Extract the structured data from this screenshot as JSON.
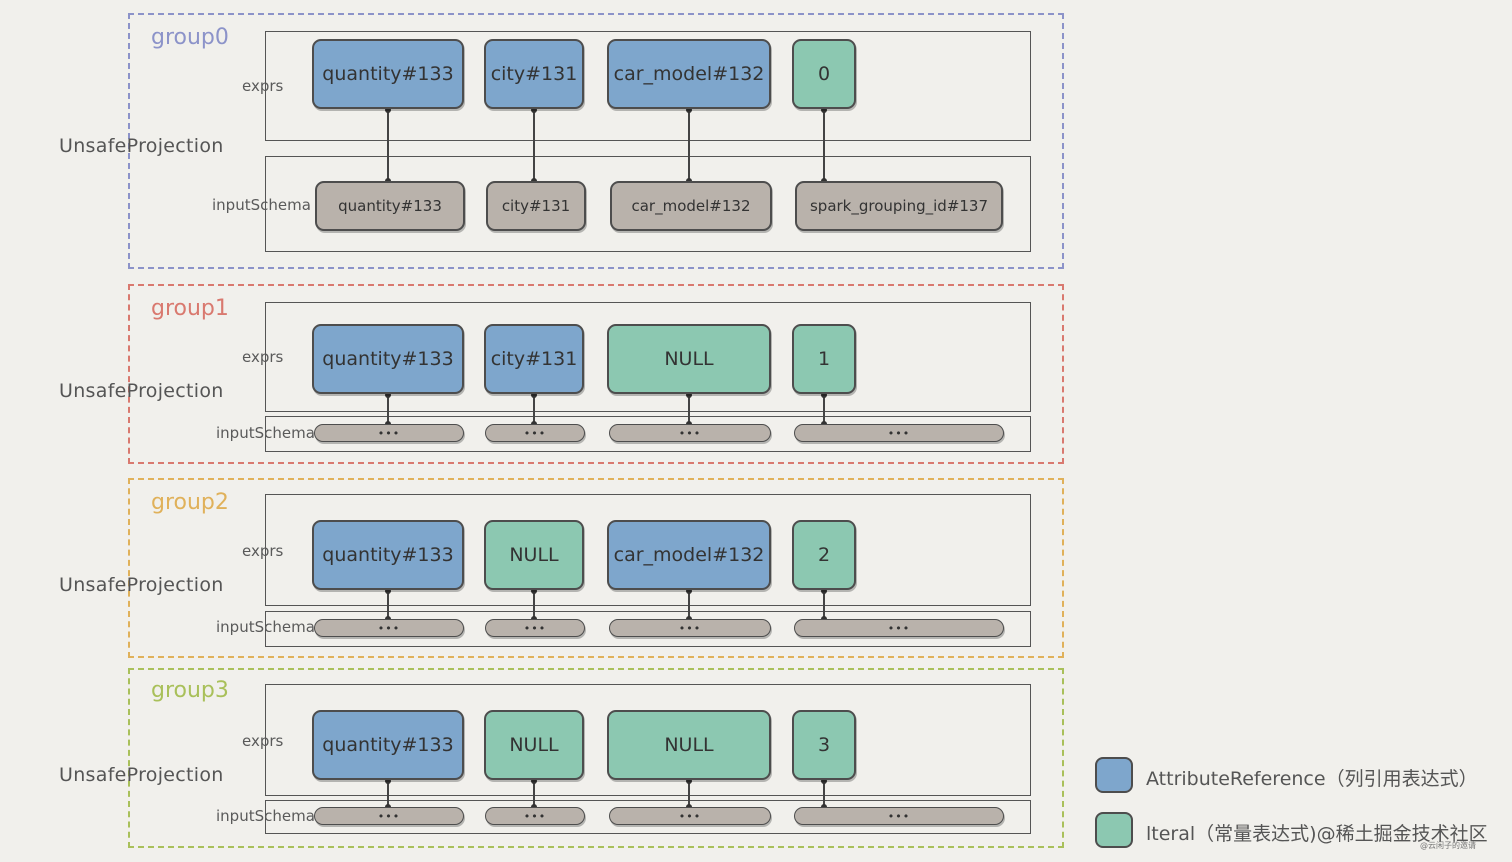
{
  "groups": [
    {
      "title": "group0",
      "title_color": "#8c93c9",
      "border_color": "#8c93c9",
      "projection_label": "UnsafeProjection",
      "exprs_label": "exprs",
      "schema_label": "inputSchema",
      "exprs": [
        {
          "label": "quantity#133",
          "kind": "attribute"
        },
        {
          "label": "city#131",
          "kind": "attribute"
        },
        {
          "label": "car_model#132",
          "kind": "attribute"
        },
        {
          "label": "0",
          "kind": "literal"
        }
      ],
      "schema": [
        "quantity#133",
        "city#131",
        "car_model#132",
        "spark_grouping_id#137"
      ]
    },
    {
      "title": "group1",
      "title_color": "#d9796f",
      "border_color": "#d9796f",
      "projection_label": "UnsafeProjection",
      "exprs_label": "exprs",
      "schema_label": "inputSchema",
      "exprs": [
        {
          "label": "quantity#133",
          "kind": "attribute"
        },
        {
          "label": "city#131",
          "kind": "attribute"
        },
        {
          "label": "NULL",
          "kind": "literal"
        },
        {
          "label": "1",
          "kind": "literal"
        }
      ],
      "schema": [
        "•••",
        "•••",
        "•••",
        "•••"
      ]
    },
    {
      "title": "group2",
      "title_color": "#e0b15a",
      "border_color": "#e0b15a",
      "projection_label": "UnsafeProjection",
      "exprs_label": "exprs",
      "schema_label": "inputSchema",
      "exprs": [
        {
          "label": "quantity#133",
          "kind": "attribute"
        },
        {
          "label": "NULL",
          "kind": "literal"
        },
        {
          "label": "car_model#132",
          "kind": "attribute"
        },
        {
          "label": "2",
          "kind": "literal"
        }
      ],
      "schema": [
        "•••",
        "•••",
        "•••",
        "•••"
      ]
    },
    {
      "title": "group3",
      "title_color": "#a9c05a",
      "border_color": "#a9c05a",
      "projection_label": "UnsafeProjection",
      "exprs_label": "exprs",
      "schema_label": "inputSchema",
      "exprs": [
        {
          "label": "quantity#133",
          "kind": "attribute"
        },
        {
          "label": "NULL",
          "kind": "literal"
        },
        {
          "label": "NULL",
          "kind": "literal"
        },
        {
          "label": "3",
          "kind": "literal"
        }
      ],
      "schema": [
        "•••",
        "•••",
        "•••",
        "•••"
      ]
    }
  ],
  "legend": {
    "attribute": {
      "label": "AttributeReference（列引用表达式）",
      "color": "#7ea6cc"
    },
    "literal": {
      "label": "lteral（常量表达式)@稀土掘金技术社区",
      "color": "#8cc8b1"
    }
  },
  "watermark_sub": "@云闲子的邀请"
}
